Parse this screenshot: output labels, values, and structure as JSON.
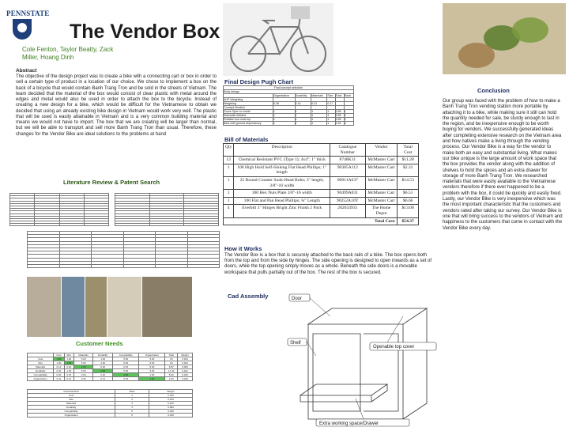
{
  "header": {
    "university": "PENNSTATE",
    "title": "The Vendor Box",
    "authors_line1": "Cole Fenton, Taylor Beatty, Zack",
    "authors_line2": "Miller, Hoang Dinh"
  },
  "abstract": {
    "heading": "Abstract",
    "text": "The objective of the design project was to create a bike with a connecting cart or box in order to sell a certain type of product in a location of our choice. We chose to implement a box on the back of a bicycle that would contain Banh Trang Tron and be sold in the streets of Vietnam. The team decided that the material of the box would consist of clear plastic with metal around the edges and metal would also be used in order to attach the box to the bicycle. Instead of creating a new design for a bike, which would be difficult for the Vietnamese to obtain we decided that using an already existing bike design in Vietnam would work very well. The plastic that will be used is easily attainable in Vietnam and is a very common building material and means we would not have to import. The box that we are creating will be larger than normal, but we will be able to transport and sell more Banh Trang Tron than usual. Therefore, these changes for the Vendor Bike are ideal solutions to the problems at hand"
  },
  "sections": {
    "literature": "Literature Review & Patent Search",
    "pugh": "Final Design Pugh Chart",
    "bom": "Bill of Materials",
    "how": "How it Works",
    "cad": "Cad Assembly",
    "needs": "Customer Needs",
    "conclusion": "Conclusion"
  },
  "bom": {
    "headers": [
      "Qty",
      "Description",
      "Catalogue Number",
      "Vendor",
      "Total Cost"
    ],
    "rows": [
      [
        "12",
        "Chemical Resistant PVC (Type 1); 4x4\"; 1\" thick",
        "8748K11",
        "McMaster Carr",
        "$11.28"
      ],
      [
        "1",
        "100 High Hold Self-Sinking Flat Head Phillips; 1\" length",
        "90305A112",
        "McMaster Carr",
        "$2.31"
      ],
      [
        "1",
        "25 Round Counter Sunk-Head Bolts; 3\" length; 3/8\"-16 width",
        "90911A637",
        "McMaster Carr",
        "$14.53"
      ],
      [
        "1",
        "100 Hex Nuts Plate 3/8\"-16 width",
        "90499A031",
        "McMaster Carr",
        "$6.51"
      ],
      [
        "1",
        "100 Flat and Pan Head Phillips; ¾\" Length",
        "90252A10Y",
        "McMaster Carr",
        "$6.66"
      ],
      [
        "4",
        "Everbilt 3\" Hinges Bright Zinc Finish 2 Pack",
        "202033931",
        "The Home Depot",
        "$13.08"
      ]
    ],
    "total_label": "Total Cost:",
    "total_value": "$54.37"
  },
  "how": {
    "text": "The Vendor Box is a box that is securely attached to the back rails of a bike. The box opens both from the top and from the side by hinges. The side opening is designed to open inwards as a set of doors, while the top opening simply moves as a whole. Beneath the side doors is a movable workspace that pulls partially out of the box. The rest of the box is secured."
  },
  "cad": {
    "labels": [
      "Door",
      "Shelf",
      "Openable top cover",
      "Extra working space/Drawer"
    ]
  },
  "pugh": {
    "title": "Final concept selection",
    "subtitle": "Body design",
    "headers": [
      "",
      "Organization",
      "Durability",
      "Materials",
      "Size",
      "Total",
      "Rank"
    ],
    "rows": [
      [
        "AHP Weighting",
        "",
        "",
        "",
        "",
        "",
        ""
      ],
      [
        "Weighting",
        "0.38",
        "0.14",
        "0.31",
        "0.17",
        "",
        ""
      ],
      [
        "Concept iteration",
        "",
        "",
        "",
        "",
        "",
        ""
      ],
      [
        "Doors Open to Inside",
        "1",
        "1",
        "1",
        "1",
        "2.85",
        "1"
      ],
      [
        "Sidewalls Welded",
        "1",
        "1",
        "1",
        "1",
        "2.85",
        "3"
      ],
      [
        "Rotation box seat top",
        "1",
        "1",
        "1",
        "1",
        "2.85",
        "2"
      ],
      [
        "Bars with ground dependency",
        "1",
        "1",
        "1",
        "1",
        "1.52",
        "4"
      ]
    ]
  },
  "needs": {
    "matrix_headers": [
      "",
      "Cost",
      "Size",
      "Materials",
      "Durability",
      "Compatibility",
      "Organization",
      "Total",
      "Weight"
    ],
    "matrix_rows": [
      [
        "Cost",
        "1.00",
        "1.00",
        "5.00",
        "1.00",
        "5.00",
        "5.00",
        "18",
        "0.343"
      ],
      [
        "Size",
        "1.00",
        "1.00",
        "5.00",
        "1.00",
        "5.00",
        "5.00",
        "18",
        "0.343"
      ],
      [
        "Materials",
        "0.14",
        "0.20",
        "1.00",
        "0.20",
        "0.33",
        "5.00",
        "6.87",
        "0.084"
      ],
      [
        "Durability",
        "0.33",
        "1.00",
        "5.00",
        "1.00",
        "5.00",
        "5.00",
        "17.33",
        "0.222"
      ],
      [
        "Compatibility",
        "0.20",
        "0.20",
        "3.00",
        "0.20",
        "1.00",
        "1.00",
        "5.60",
        "0.049"
      ],
      [
        "Organization",
        "0.11",
        "0.14",
        "0.33",
        "0.14",
        "0.33",
        "1.00",
        "2.33",
        "0.045"
      ]
    ],
    "rank_headers": [
      "Characteristics",
      "Rank",
      "Weight"
    ],
    "rank_rows": [
      [
        "Cost",
        "1",
        "0.343"
      ],
      [
        "Size",
        "2",
        "0.343"
      ],
      [
        "Materials",
        "3",
        "0.222"
      ],
      [
        "Durability",
        "4",
        "0.084"
      ],
      [
        "Compatibility",
        "5",
        "0.049"
      ],
      [
        "Organization",
        "6",
        "0.045"
      ]
    ]
  },
  "conclusion": {
    "text": "Our group was faced with the problem of how to make a Banh Trang Tron vending station more portable by attaching it to a bike, while making sure it still can hold the quantity needed for sale, be sturdy enough to last in the region, and be inexpensive enough to be worth buying for vendors. We successfully generated ideas after completing extensive research on the Vietnam area and how natives make a living through the vending process. Our Vendor Bike is a way for the vendor to make both an easy and substantial living. What makes our bike unique is the large amount of work space that the box provides the vendor along with the addition of shelves to hold the spices and an extra drawer for storage of more Banh Trang Tron. We researched materials that were easily available to the Vietnamese vendors therefore if there ever happened to be a problem with the box, it could be quickly and easily fixed. Lastly, our Vendor Bike is very inexpensive which was the most important characteristic that the customers and vendors rated after taking our survey. Our Vendor Bike is one that will bring success to the vendors of Vietnam and happiness to the customers that come in contact with the Vendor Bike every day."
  },
  "colors": {
    "heading_green": "#2c5816",
    "heading_navy": "#1c2a5a",
    "psu_blue": "#1e3f7a",
    "highlight": "#5fc35c"
  }
}
